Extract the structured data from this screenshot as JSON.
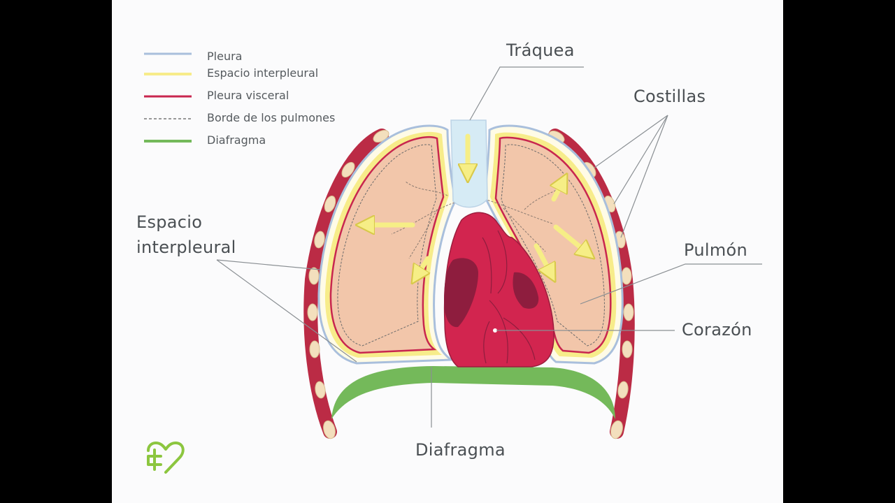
{
  "legend": {
    "items": [
      {
        "label": "Pleura",
        "color": "#a9bfdc",
        "style": "solid"
      },
      {
        "label": "Espacio interpleural",
        "color": "#f7ec8a",
        "style": "solid"
      },
      {
        "label": "Pleura visceral",
        "color": "#c8264f",
        "style": "solid"
      },
      {
        "label": "Borde de los pulmones",
        "color": "#777777",
        "style": "dashed"
      },
      {
        "label": "Diafragma",
        "color": "#74b95a",
        "style": "solid"
      }
    ]
  },
  "labels": {
    "traquea": "Tráquea",
    "costillas": "Costillas",
    "espacio_line1": "Espacio",
    "espacio_line2": "interpleural",
    "pulmon": "Pulmón",
    "corazon": "Corazón",
    "diafragma": "Diafragma"
  },
  "colors": {
    "lung": "#f2c6aa",
    "heart": "#d2254f",
    "heart_dark": "#8e1d3e",
    "trachea": "#d6ebf5",
    "arrow": "#f6ee86",
    "rib": "#f3dfbd",
    "ribcage": "#bb2b45",
    "diaphragm": "#74b95a",
    "brand": "#8cc63f"
  },
  "icons": {
    "brand_logo": "heart-plus-logo"
  }
}
